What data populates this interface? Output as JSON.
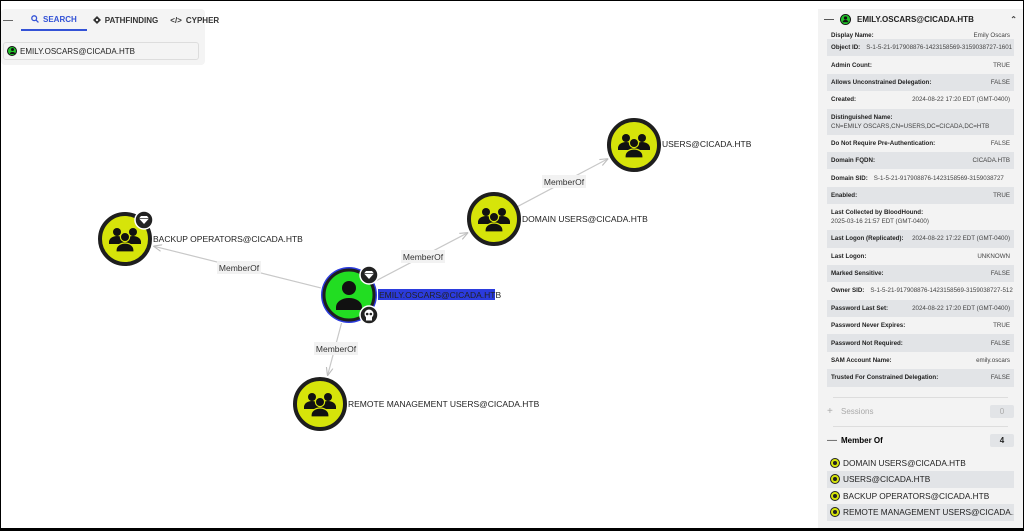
{
  "search": {
    "collapse_icon": "minus-icon",
    "tabs": [
      {
        "label": "SEARCH",
        "icon": "search-icon",
        "active": true
      },
      {
        "label": "PATHFINDING",
        "icon": "pathfinding-icon",
        "active": false
      },
      {
        "label": "CYPHER",
        "icon": "code-icon",
        "active": false
      }
    ],
    "input_value": "EMILY.OSCARS@CICADA.HTB"
  },
  "graph": {
    "colors": {
      "user_node": "#22dd22",
      "group_node": "#d6e40a",
      "selected_ring": "#2b3bdd",
      "edge": "#c8c8c8"
    },
    "nodes": [
      {
        "id": "users",
        "label": "USERS@CICADA.HTB",
        "type": "group"
      },
      {
        "id": "domain_users",
        "label": "DOMAIN USERS@CICADA.HTB",
        "type": "group"
      },
      {
        "id": "backup_ops",
        "label": "BACKUP OPERATORS@CICADA.HTB",
        "type": "group",
        "badge": "gem-icon"
      },
      {
        "id": "emily",
        "label": "EMILY.OSCARS@CICADA.HTB",
        "type": "user",
        "selected": true,
        "badges": [
          "gem-icon",
          "skull-icon"
        ]
      },
      {
        "id": "remote_mgmt",
        "label": "REMOTE MANAGEMENT USERS@CICADA.HTB",
        "type": "group"
      }
    ],
    "edges": [
      {
        "from": "emily",
        "to": "domain_users",
        "label": "MemberOf"
      },
      {
        "from": "domain_users",
        "to": "users",
        "label": "MemberOf"
      },
      {
        "from": "emily",
        "to": "backup_ops",
        "label": "MemberOf"
      },
      {
        "from": "emily",
        "to": "remote_mgmt",
        "label": "MemberOf"
      }
    ]
  },
  "panel": {
    "title": "EMILY.OSCARS@CICADA.HTB",
    "properties": [
      {
        "key": "Display Name:",
        "value": "Emily Oscars"
      },
      {
        "key": "Object ID:",
        "value": "S-1-5-21-917908876-1423158569-3159038727-1601"
      },
      {
        "key": "Admin Count:",
        "value": "TRUE"
      },
      {
        "key": "Allows Unconstrained Delegation:",
        "value": "FALSE"
      },
      {
        "key": "Created:",
        "value": "2024-08-22 17:20 EDT (GMT-0400)"
      },
      {
        "key": "Distinguished Name:",
        "value": "CN=EMILY OSCARS,CN=USERS,DC=CICADA,DC=HTB"
      },
      {
        "key": "Do Not Require Pre-Authentication:",
        "value": "FALSE"
      },
      {
        "key": "Domain FQDN:",
        "value": "CICADA.HTB"
      },
      {
        "key": "Domain SID:",
        "value": "S-1-5-21-917908876-1423158569-3159038727"
      },
      {
        "key": "Enabled:",
        "value": "TRUE"
      },
      {
        "key": "Last Collected by BloodHound:",
        "value": "2025-03-16 21:57 EDT (GMT-0400)"
      },
      {
        "key": "Last Logon (Replicated):",
        "value": "2024-08-22 17:22 EDT (GMT-0400)"
      },
      {
        "key": "Last Logon:",
        "value": "UNKNOWN"
      },
      {
        "key": "Marked Sensitive:",
        "value": "FALSE"
      },
      {
        "key": "Owner SID:",
        "value": "S-1-5-21-917908876-1423158569-3159038727-512"
      },
      {
        "key": "Password Last Set:",
        "value": "2024-08-22 17:20 EDT (GMT-0400)"
      },
      {
        "key": "Password Never Expires:",
        "value": "TRUE"
      },
      {
        "key": "Password Not Required:",
        "value": "FALSE"
      },
      {
        "key": "SAM Account Name:",
        "value": "emily.oscars"
      },
      {
        "key": "Trusted For Constrained Delegation:",
        "value": "FALSE"
      }
    ],
    "sessions": {
      "label": "Sessions",
      "count": "0"
    },
    "member_of": {
      "label": "Member Of",
      "count": "4",
      "items": [
        "DOMAIN USERS@CICADA.HTB",
        "USERS@CICADA.HTB",
        "BACKUP OPERATORS@CICADA.HTB",
        "REMOTE MANAGEMENT USERS@CICADA...."
      ]
    }
  }
}
